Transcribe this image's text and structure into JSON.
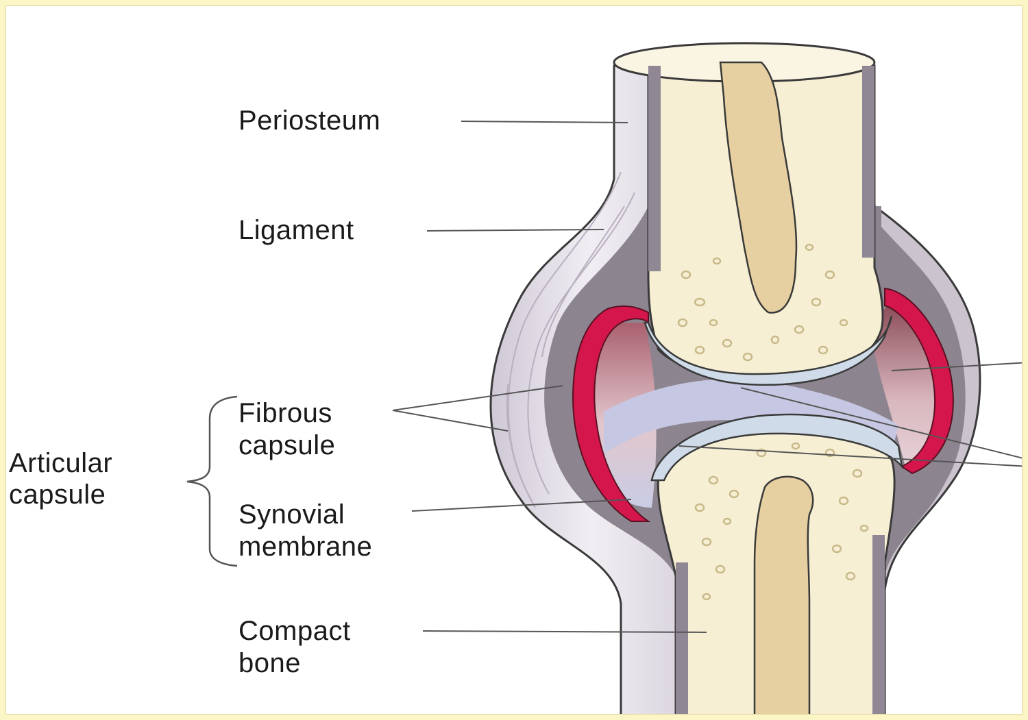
{
  "diagram": {
    "labels": {
      "periosteum": "Periosteum",
      "ligament": "Ligament",
      "fibrous_capsule_line1": "Fibrous",
      "fibrous_capsule_line2": "capsule",
      "articular_capsule_line1": "Articular",
      "articular_capsule_line2": "capsule",
      "synovial_membrane_line1": "Synovial",
      "synovial_membrane_line2": "membrane",
      "compact_bone_line1": "Compact",
      "compact_bone_line2": "bone"
    },
    "colors": {
      "page_background": "#fcf6c6",
      "bone": "#f6efd3",
      "marrow": "#e6cfa0",
      "periosteum": "#ece7ee",
      "capsule_gray": "#8c8590",
      "synovial_membrane": "#d4164c",
      "cartilage": "#cfdbe8",
      "joint_cavity": "#b57f8a"
    }
  }
}
